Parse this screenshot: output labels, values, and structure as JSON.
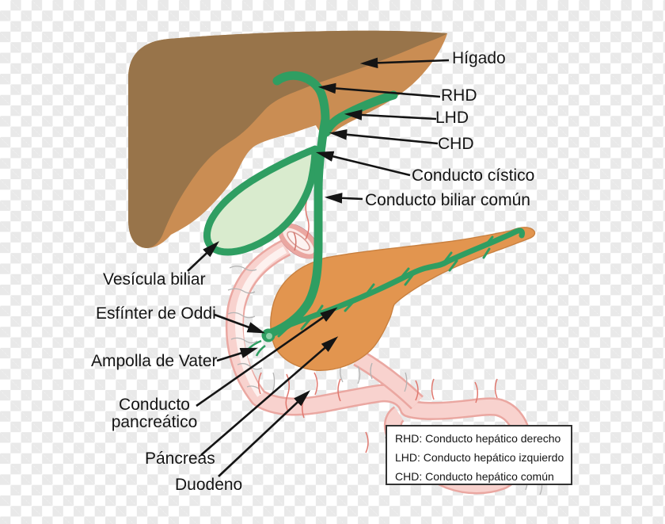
{
  "figure": {
    "type": "anatomical-diagram",
    "language": "es",
    "labels": {
      "higado": "Hígado",
      "rhd": "RHD",
      "lhd": "LHD",
      "chd": "CHD",
      "conducto_cistico": "Conducto cístico",
      "conducto_biliar_comun": "Conducto biliar común",
      "vesicula_biliar": "Vesícula biliar",
      "esfinter_de_oddi": "Esfínter de Oddi",
      "ampolla_de_vater": "Ampolla de Vater",
      "conducto_pancreatico": "Conducto pancreático",
      "pancreas": "Páncreas",
      "duodeno": "Duodeno"
    },
    "legend": {
      "rows": [
        "RHD: Conducto hepático derecho",
        "LHD: Conducto hepático izquierdo",
        "CHD: Conducto hepático común"
      ]
    },
    "colors": {
      "liver_dark": "#98744a",
      "liver_light": "#ca8d53",
      "bile_duct_green": "#2f9e62",
      "gallbladder_fill": "#d9ebce",
      "pancreas_orange": "#e2954f",
      "duodenum_pink": "#f8d2ce",
      "duodenum_edge": "#eaa7a1",
      "vessel_red": "#e0786f",
      "plica_gray": "#b4b4b4",
      "arrow_black": "#141414",
      "transparency_checker_gray": "#e9e9e9"
    }
  }
}
